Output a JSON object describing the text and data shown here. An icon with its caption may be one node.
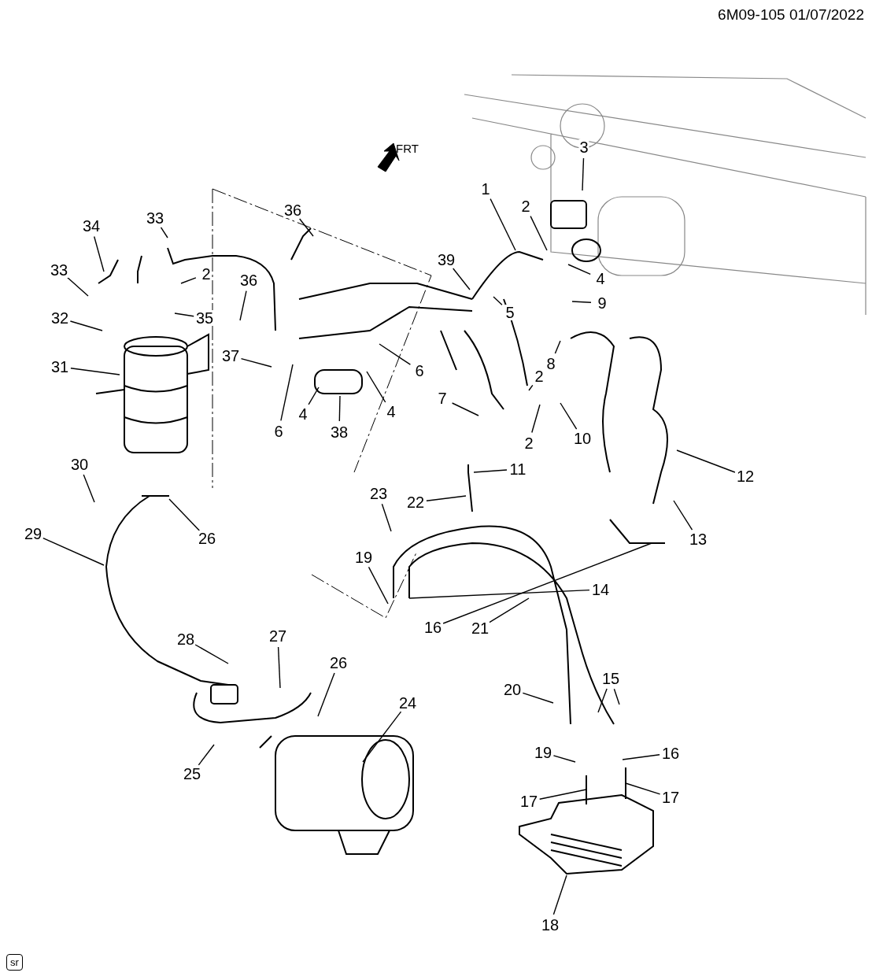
{
  "diagram": {
    "nodes": [
      {
        "text": [
          "36"
        ]
      },
      {
        "text": [
          "1"
        ]
      },
      {
        "text": [
          "2"
        ]
      },
      {
        "text": [
          "3"
        ]
      },
      {
        "text": [
          "34"
        ]
      },
      {
        "text": [
          "33"
        ]
      },
      {
        "text": [
          "33"
        ]
      },
      {
        "text": [
          "2"
        ]
      },
      {
        "text": [
          "39"
        ]
      },
      {
        "text": [
          "4"
        ]
      },
      {
        "text": [
          "36"
        ]
      },
      {
        "text": [
          "35"
        ]
      },
      {
        "text": [
          "5"
        ]
      },
      {
        "text": [
          "9"
        ]
      },
      {
        "text": [
          "32"
        ]
      },
      {
        "text": [
          "37"
        ]
      },
      {
        "text": [
          "31"
        ]
      },
      {
        "text": [
          "6"
        ]
      },
      {
        "text": [
          "8"
        ]
      },
      {
        "text": [
          "2"
        ]
      },
      {
        "text": [
          "4"
        ]
      },
      {
        "text": [
          "38"
        ]
      },
      {
        "text": [
          "4"
        ]
      },
      {
        "text": [
          "6"
        ]
      },
      {
        "text": [
          "7"
        ]
      },
      {
        "text": [
          "2"
        ]
      },
      {
        "text": [
          "10"
        ]
      },
      {
        "text": [
          "30"
        ]
      },
      {
        "text": [
          "26"
        ]
      },
      {
        "text": [
          "11"
        ]
      },
      {
        "text": [
          "12"
        ]
      },
      {
        "text": [
          "23"
        ]
      },
      {
        "text": [
          "22"
        ]
      },
      {
        "text": [
          "29"
        ]
      },
      {
        "text": [
          "13"
        ]
      },
      {
        "text": [
          "19"
        ]
      },
      {
        "text": [
          "14"
        ]
      },
      {
        "text": [
          "16"
        ]
      },
      {
        "text": [
          "21"
        ]
      },
      {
        "text": [
          "28"
        ]
      },
      {
        "text": [
          "27"
        ]
      },
      {
        "text": [
          "26"
        ]
      },
      {
        "text": [
          "15"
        ]
      },
      {
        "text": [
          "20"
        ]
      },
      {
        "text": [
          "24"
        ]
      },
      {
        "text": [
          "19"
        ]
      },
      {
        "text": [
          "16"
        ]
      },
      {
        "text": [
          "25"
        ]
      },
      {
        "text": [
          "17"
        ]
      },
      {
        "text": [
          "17"
        ]
      },
      {
        "text": [
          "18"
        ]
      }
    ],
    "edges": [
      {
        "from": 0,
        "to": null,
        "arrow": "none"
      },
      {
        "from": 1,
        "to": null,
        "arrow": "none"
      },
      {
        "from": 2,
        "to": null,
        "arrow": "none"
      },
      {
        "from": 3,
        "to": null,
        "arrow": "none"
      },
      {
        "from": 4,
        "to": null,
        "arrow": "none"
      },
      {
        "from": 5,
        "to": null,
        "arrow": "none"
      },
      {
        "from": 6,
        "to": null,
        "arrow": "none"
      },
      {
        "from": 7,
        "to": null,
        "arrow": "none"
      },
      {
        "from": 8,
        "to": null,
        "arrow": "none"
      },
      {
        "from": 9,
        "to": null,
        "arrow": "none"
      },
      {
        "from": 10,
        "to": null,
        "arrow": "none"
      },
      {
        "from": 11,
        "to": null,
        "arrow": "none"
      },
      {
        "from": 12,
        "to": null,
        "arrow": "none"
      },
      {
        "from": 13,
        "to": null,
        "arrow": "none"
      },
      {
        "from": 14,
        "to": null,
        "arrow": "none"
      },
      {
        "from": 15,
        "to": null,
        "arrow": "none"
      },
      {
        "from": 16,
        "to": null,
        "arrow": "none"
      },
      {
        "from": 17,
        "to": null,
        "arrow": "none"
      },
      {
        "from": 18,
        "to": null,
        "arrow": "none"
      },
      {
        "from": 19,
        "to": null,
        "arrow": "none"
      },
      {
        "from": 20,
        "to": null,
        "arrow": "none"
      },
      {
        "from": 21,
        "to": null,
        "arrow": "none"
      },
      {
        "from": 22,
        "to": null,
        "arrow": "none"
      },
      {
        "from": 23,
        "to": null,
        "arrow": "none"
      },
      {
        "from": 24,
        "to": null,
        "arrow": "none"
      },
      {
        "from": 25,
        "to": null,
        "arrow": "none"
      },
      {
        "from": 26,
        "to": null,
        "arrow": "none"
      },
      {
        "from": 27,
        "to": null,
        "arrow": "none"
      },
      {
        "from": 28,
        "to": null,
        "arrow": "none"
      },
      {
        "from": 29,
        "to": null,
        "arrow": "none"
      },
      {
        "from": 30,
        "to": null,
        "arrow": "none"
      },
      {
        "from": 31,
        "to": null,
        "arrow": "none"
      },
      {
        "from": 32,
        "to": null,
        "arrow": "none"
      },
      {
        "from": 33,
        "to": null,
        "arrow": "none"
      },
      {
        "from": 34,
        "to": null,
        "arrow": "none"
      },
      {
        "from": 35,
        "to": null,
        "arrow": "none"
      },
      {
        "from": 36,
        "to": null,
        "arrow": "none"
      },
      {
        "from": 37,
        "to": null,
        "arrow": "none"
      },
      {
        "from": 38,
        "to": null,
        "arrow": "none"
      },
      {
        "from": 39,
        "to": null,
        "arrow": "none"
      },
      {
        "from": 40,
        "to": null,
        "arrow": "none"
      },
      {
        "from": 41,
        "to": null,
        "arrow": "none"
      },
      {
        "from": 42,
        "to": null,
        "arrow": "none"
      },
      {
        "from": 42,
        "to": null,
        "arrow": "none"
      },
      {
        "from": 43,
        "to": null,
        "arrow": "none"
      },
      {
        "from": 44,
        "to": null,
        "arrow": "none"
      },
      {
        "from": 45,
        "to": null,
        "arrow": "none"
      },
      {
        "from": 46,
        "to": null,
        "arrow": "none"
      },
      {
        "from": 47,
        "to": null,
        "arrow": "none"
      },
      {
        "from": 48,
        "to": null,
        "arrow": "none"
      },
      {
        "from": 49,
        "to": null,
        "arrow": "none"
      },
      {
        "from": 50,
        "to": null,
        "arrow": "none"
      }
    ],
    "labels": [
      "6M09-105 01/07/2022",
      "FRT",
      "sr"
    ]
  }
}
